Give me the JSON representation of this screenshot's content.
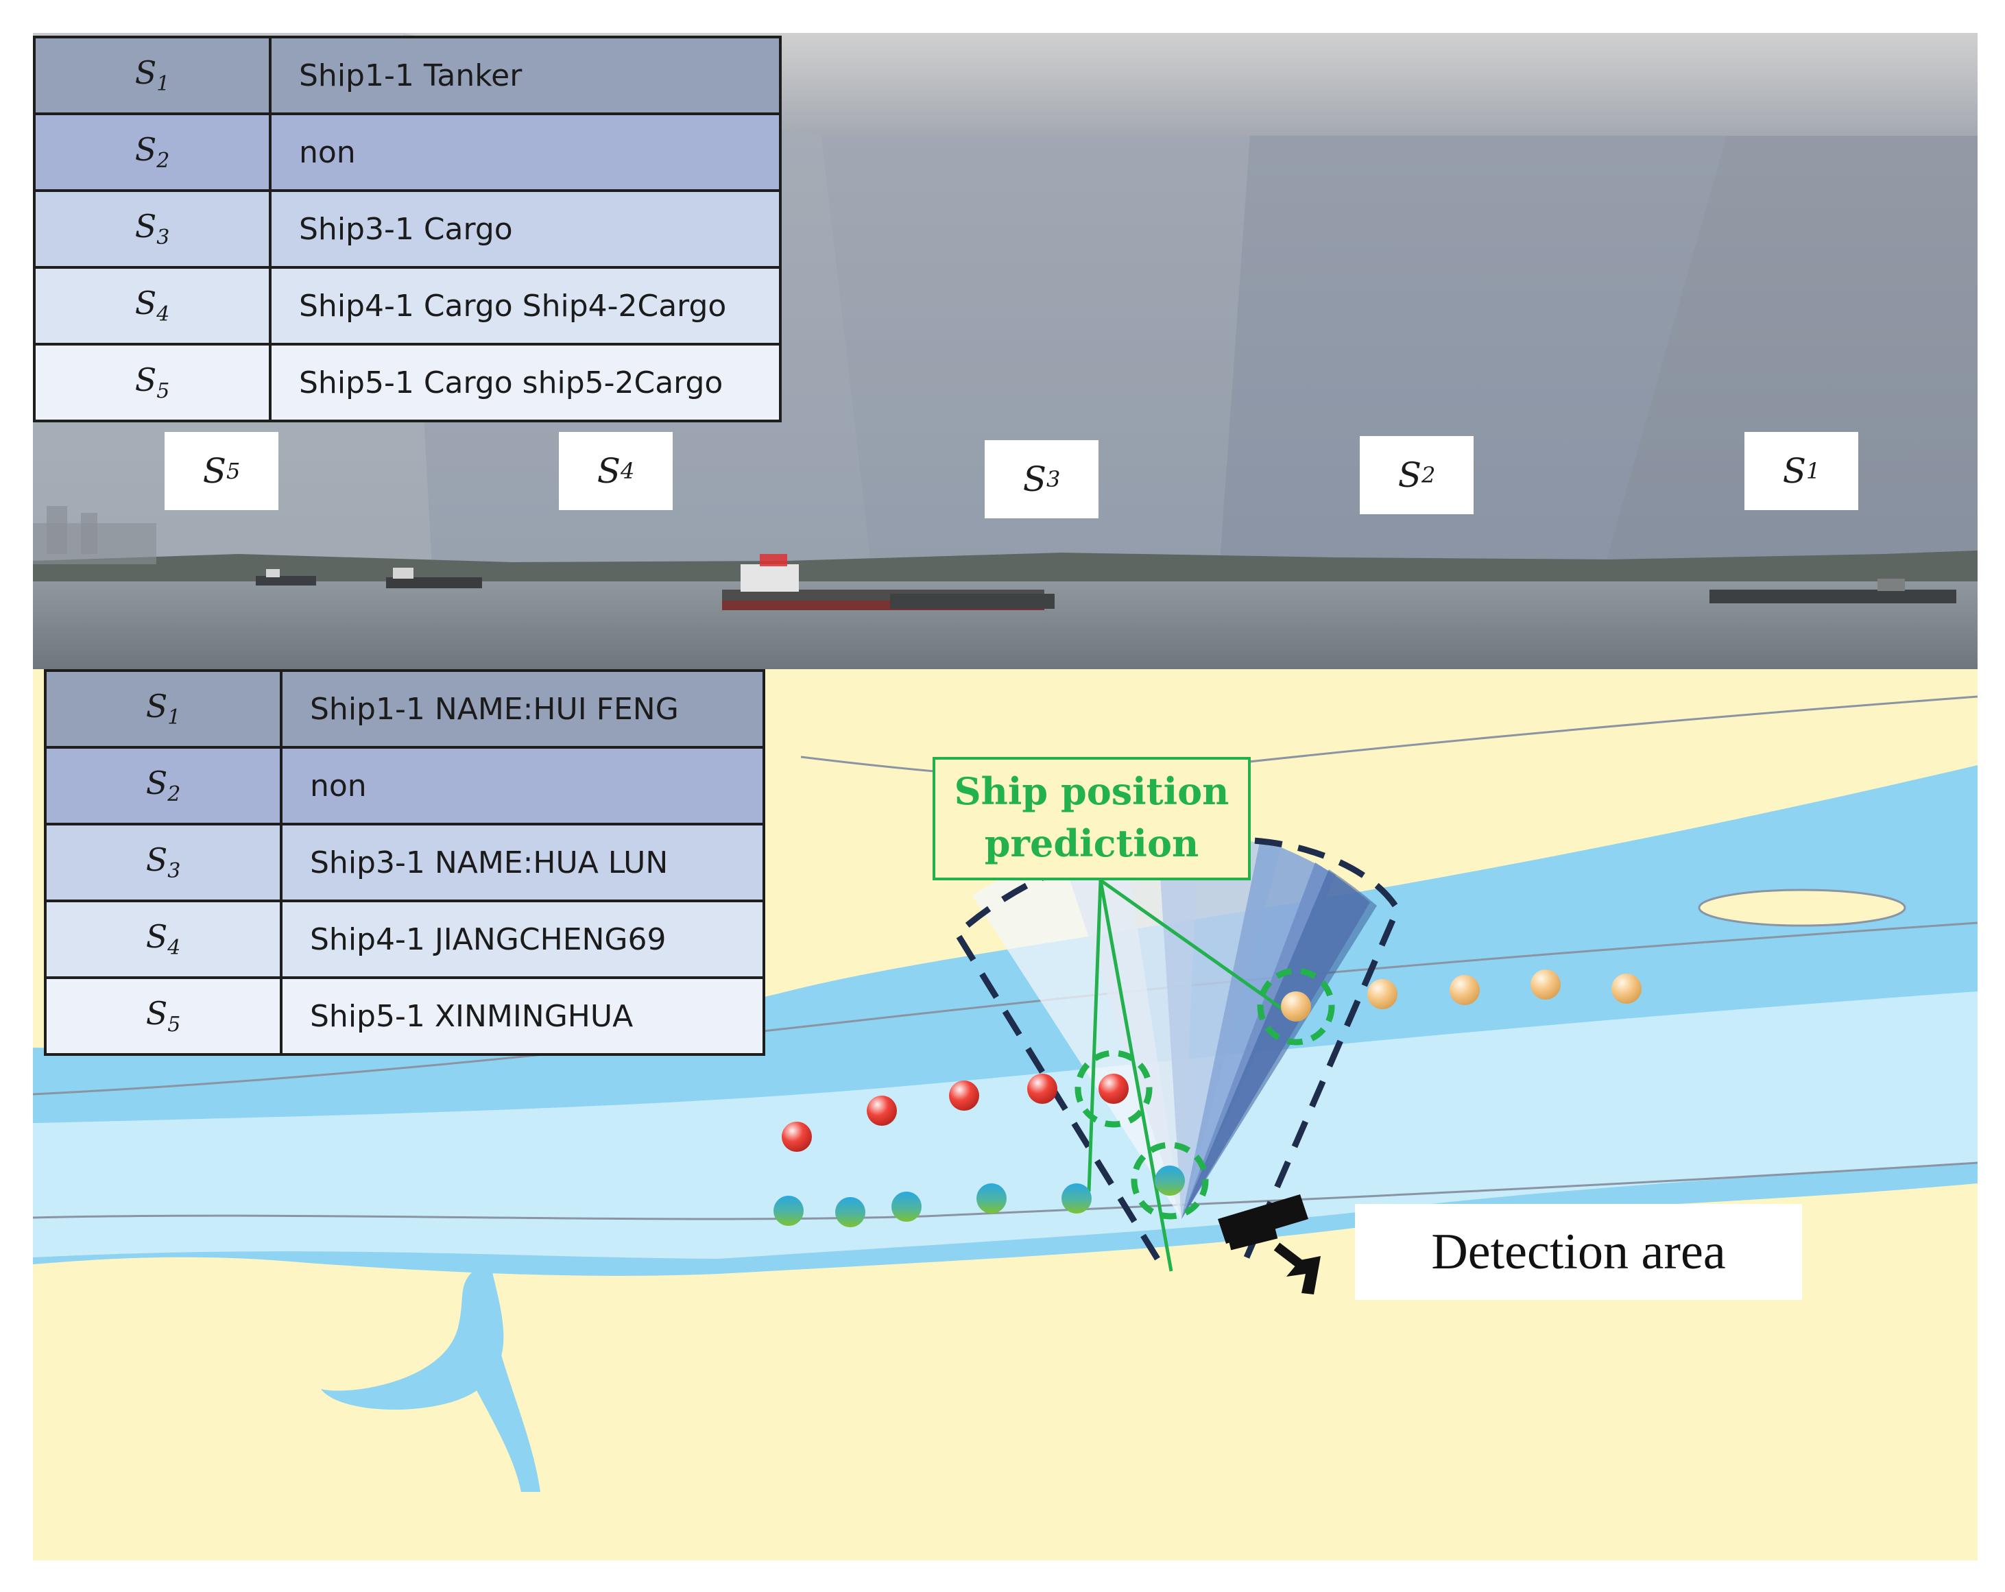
{
  "top_table": [
    {
      "sub": "1",
      "value": "Ship1-1 Tanker"
    },
    {
      "sub": "2",
      "value": "non"
    },
    {
      "sub": "3",
      "value": "Ship3-1 Cargo"
    },
    {
      "sub": "4",
      "value": "Ship4-1 Cargo Ship4-2Cargo"
    },
    {
      "sub": "5",
      "value": "Ship5-1 Cargo ship5-2Cargo"
    }
  ],
  "bottom_table": [
    {
      "sub": "1",
      "value": "Ship1-1 NAME:HUI FENG"
    },
    {
      "sub": "2",
      "value": "non"
    },
    {
      "sub": "3",
      "value": "Ship3-1 NAME:HUA LUN"
    },
    {
      "sub": "4",
      "value": "Ship4-1 JIANGCHENG69"
    },
    {
      "sub": "5",
      "value": "Ship5-1 XINMINGHUA"
    }
  ],
  "segment_labels": [
    {
      "letter": "S",
      "sub": "5"
    },
    {
      "letter": "S",
      "sub": "4"
    },
    {
      "letter": "S",
      "sub": "3"
    },
    {
      "letter": "S",
      "sub": "2"
    },
    {
      "letter": "S",
      "sub": "1"
    }
  ],
  "id_letter": "S",
  "prediction_label": {
    "line1": "Ship position",
    "line2": "prediction"
  },
  "detection_label": "Detection area",
  "colors": {
    "prediction_green": "#22b14c",
    "water_dark": "#8fd3f2",
    "water_light": "#c9ecfb",
    "land": "#fdf6c4",
    "sector_dark": "#3c5e9c",
    "track_red": "#e0322c",
    "track_orange": "#f3c37a",
    "track_blue_green": "#4fae7a"
  }
}
